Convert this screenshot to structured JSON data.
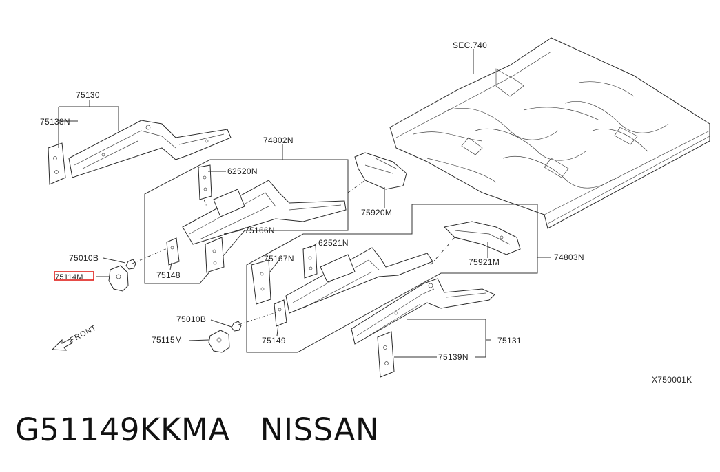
{
  "callouts": {
    "sec740": "SEC.740",
    "p75130": "75130",
    "p75138N": "75138N",
    "p74802N": "74802N",
    "p62520N": "62520N",
    "p75166N": "75166N",
    "p75920M": "75920M",
    "p75010B_upper": "75010B",
    "p75114M": "75114M",
    "p75148": "75148",
    "p62521N": "62521N",
    "p75167N": "75167N",
    "p75921M": "75921M",
    "p74803N": "74803N",
    "p75010B_lower": "75010B",
    "p75115M": "75115M",
    "p75149": "75149",
    "p75131": "75131",
    "p75139N": "75139N",
    "front": "FRONT",
    "drawing_code": "X750001K"
  },
  "highlight": {
    "part": "75114M",
    "color": "#e0201b"
  },
  "footer": {
    "part_number": "G51149KKMA",
    "brand": "NISSAN"
  }
}
